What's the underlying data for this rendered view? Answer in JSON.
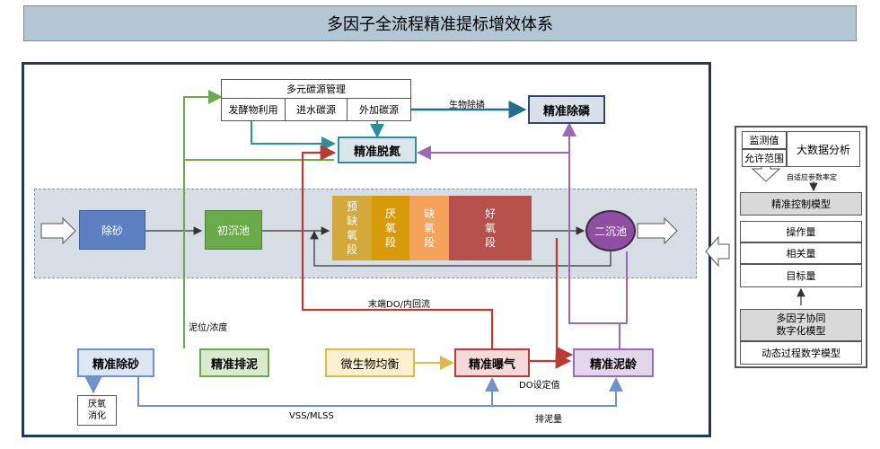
{
  "title": "多因子全流程精准提标增效体系",
  "carbon": {
    "header": "多元碳源管理",
    "items": [
      "发酵物利用",
      "进水碳源",
      "外加碳源"
    ]
  },
  "nodes": {
    "n_removal": "精准脱氮",
    "p_removal": "精准除磷",
    "grit": "除砂",
    "primary": "初沉池",
    "secondary": "二沉池",
    "precise_grit": "精准除砂",
    "precise_sludge": "精准排泥",
    "microbe": "微生物均衡",
    "aeration": "精准曝气",
    "srt": "精准泥龄",
    "anaerobic_digest": "厌氧\n消化"
  },
  "stages": [
    "预\n缺\n氧\n段",
    "厌\n氧\n段",
    "缺\n氧\n段",
    "好\n氧\n段"
  ],
  "stage_colors": [
    "#d4a83a",
    "#d99a0a",
    "#f5a25b",
    "#b5504a"
  ],
  "labels": {
    "bio_p": "生物除磷",
    "end_do": "末端DO/内回流",
    "mud_level": "泥位/浓度",
    "do_set": "DO设定值",
    "vss": "VSS/MLSS",
    "sludge_amt": "排泥量"
  },
  "side": {
    "monitor": "监测值",
    "allow": "允许范围",
    "bigdata": "大数据分析",
    "adaptive": "自适应参数率定",
    "control_model": "精准控制模型",
    "operation": "操作量",
    "related": "相关量",
    "target": "目标量",
    "multi_model": "多因子协同\n数字化模型",
    "dynamic": "动态过程数学模型"
  },
  "colors": {
    "title_bg": "#b3c6d3",
    "teal": "#2e8d9a",
    "navy": "#1f3a57",
    "green": "#6aaa4b",
    "red": "#b83b35",
    "purple": "#9a6bb4",
    "blue": "#6f93c9",
    "yellow": "#e0b94c"
  }
}
